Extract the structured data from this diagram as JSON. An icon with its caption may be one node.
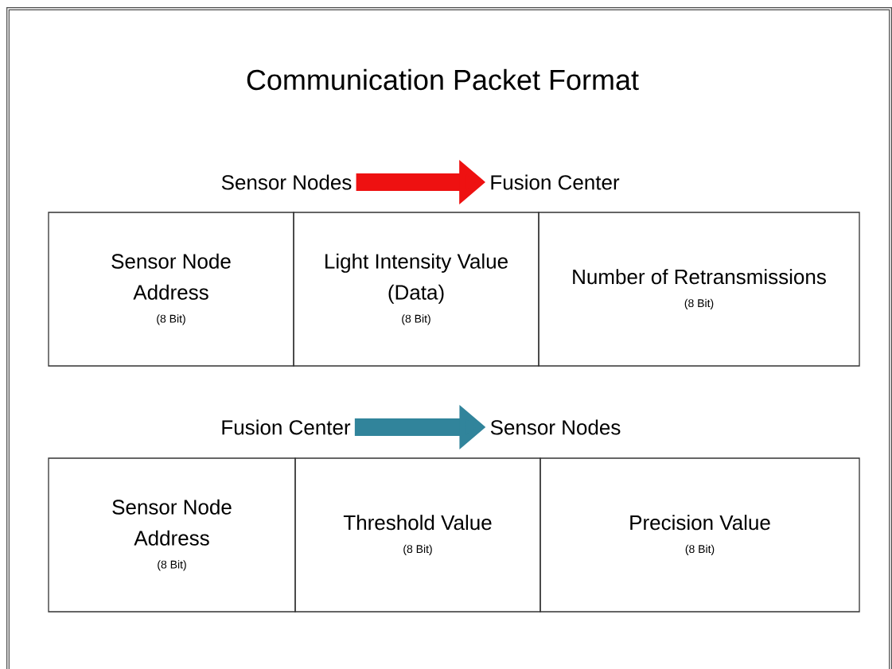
{
  "diagram": {
    "title": "Communication Packet Format",
    "nodes": [
      {
        "text": [
          "Sensor Nodes"
        ]
      },
      {
        "text": [
          "Fusion Center"
        ]
      },
      {
        "text": [
          "Fusion Center"
        ]
      },
      {
        "text": [
          "Sensor Nodes"
        ]
      },
      {
        "text": [
          "Sensor Node Address",
          "(8 Bit)"
        ]
      },
      {
        "text": [
          "Light Intensity Value (Data)",
          "(8 Bit)"
        ]
      },
      {
        "text": [
          "Number of Retransmissions",
          "(8 Bit)"
        ]
      },
      {
        "text": [
          "Sensor Node Address",
          "(8 Bit)"
        ]
      },
      {
        "text": [
          "Threshold Value",
          "(8 Bit)"
        ]
      },
      {
        "text": [
          "Precision Value",
          "(8 Bit)"
        ]
      }
    ],
    "edges": [
      {
        "from": 0,
        "to": 1,
        "arrow": "to",
        "color": "#ee1111"
      },
      {
        "from": 2,
        "to": 3,
        "arrow": "to",
        "color": "#31849b"
      }
    ]
  }
}
